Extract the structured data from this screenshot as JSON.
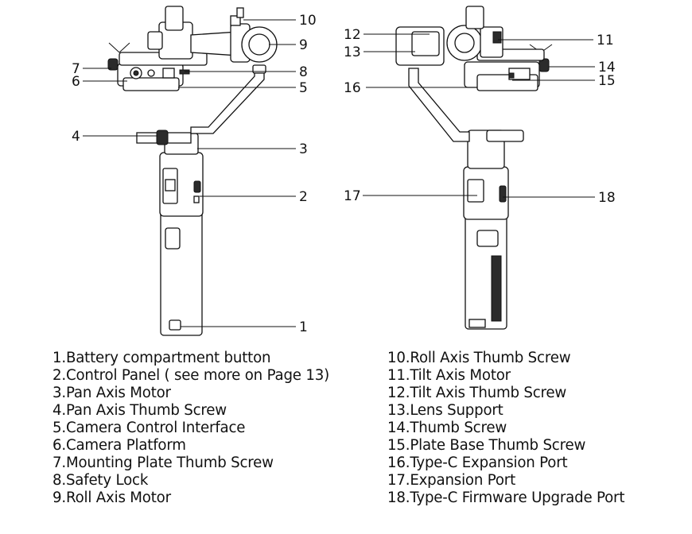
{
  "callout_numbers": [
    "1",
    "2",
    "3",
    "4",
    "5",
    "6",
    "7",
    "8",
    "9",
    "10",
    "11",
    "12",
    "13",
    "14",
    "15",
    "16",
    "17",
    "18"
  ],
  "legend_left": [
    "1.Battery compartment button",
    "2.Control Panel ( see more on Page 13)",
    "3.Pan Axis Motor",
    "4.Pan Axis Thumb Screw",
    "5.Camera Control Interface",
    "6.Camera Platform",
    "7.Mounting Plate Thumb Screw",
    "8.Safety Lock",
    "9.Roll Axis Motor"
  ],
  "legend_right": [
    "10.Roll Axis Thumb Screw",
    "11.Tilt Axis Motor",
    "12.Tilt Axis Thumb Screw",
    "13.Lens Support",
    "14.Thumb Screw",
    "15.Plate Base Thumb Screw",
    "16.Type-C Expansion Port",
    "17.Expansion Port",
    "18.Type-C Firmware Upgrade Port"
  ]
}
